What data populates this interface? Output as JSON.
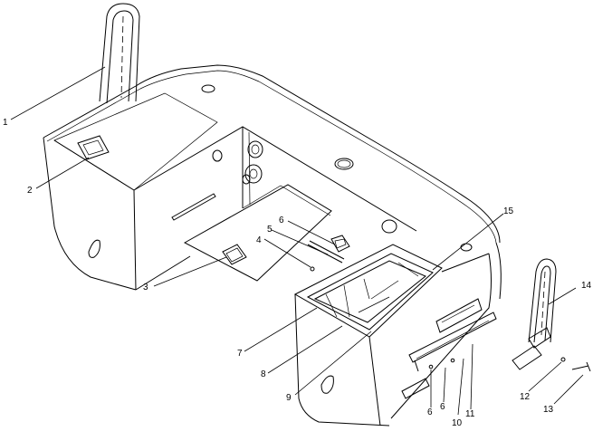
{
  "diagram": {
    "callouts": [
      {
        "id": "c1",
        "label": "1"
      },
      {
        "id": "c2",
        "label": "2"
      },
      {
        "id": "c3",
        "label": "3"
      },
      {
        "id": "c4",
        "label": "4"
      },
      {
        "id": "c5",
        "label": "5"
      },
      {
        "id": "c6a",
        "label": "6"
      },
      {
        "id": "c7",
        "label": "7"
      },
      {
        "id": "c8",
        "label": "8"
      },
      {
        "id": "c9",
        "label": "9"
      },
      {
        "id": "c6b",
        "label": "6"
      },
      {
        "id": "c6c",
        "label": "6"
      },
      {
        "id": "c10",
        "label": "10"
      },
      {
        "id": "c11",
        "label": "11"
      },
      {
        "id": "c12",
        "label": "12"
      },
      {
        "id": "c13",
        "label": "13"
      },
      {
        "id": "c14",
        "label": "14"
      },
      {
        "id": "c15",
        "label": "15"
      }
    ],
    "parts": [
      "rear-handle",
      "side-handle",
      "lid-panel",
      "screw",
      "washer",
      "clip",
      "storage-tray",
      "bracket-bar",
      "front-handle",
      "small-screw",
      "rod"
    ]
  }
}
